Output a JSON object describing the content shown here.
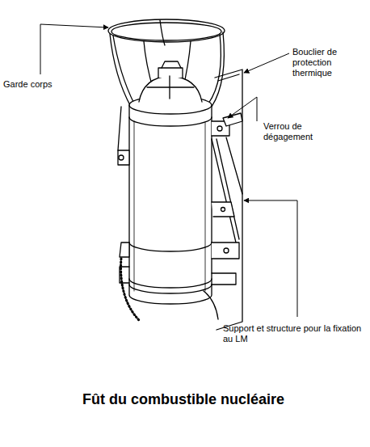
{
  "diagram": {
    "caption": "Fût du combustible nucléaire",
    "labels": [
      "Garde corps",
      "Bouclier de protection thermique",
      "Verrou de dégagement",
      "Support et structure pour la fixation au LM"
    ]
  }
}
